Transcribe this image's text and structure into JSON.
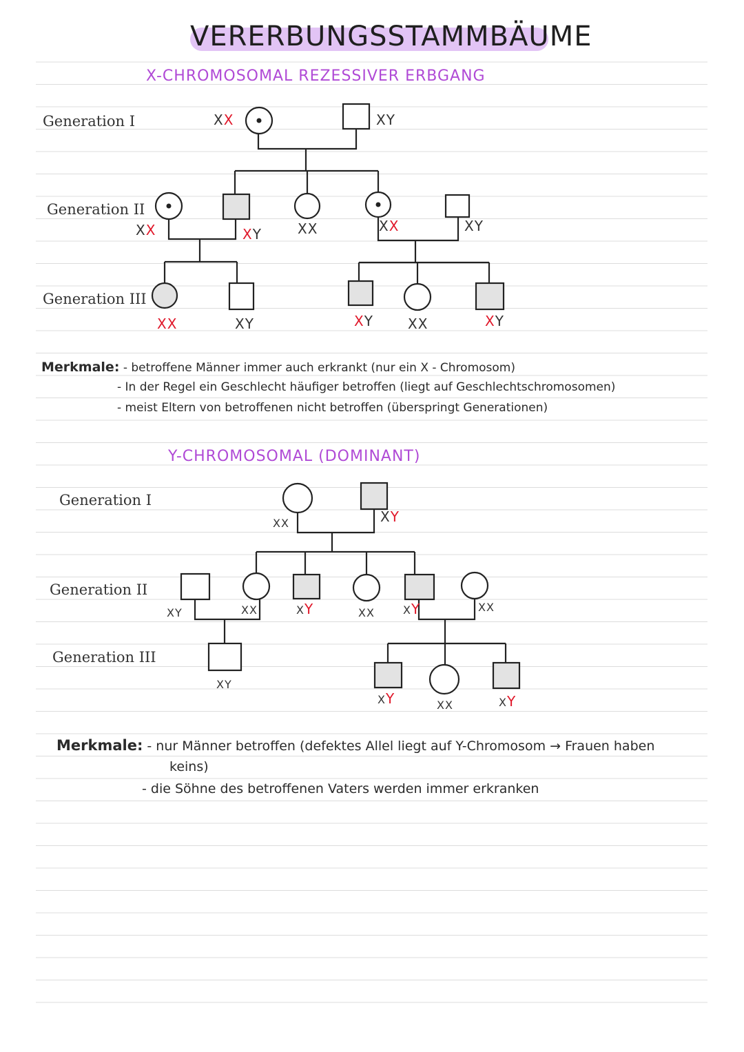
{
  "title": "VERERBUNGSSTAMMBÄUME",
  "colors": {
    "accent": "#b04ad6",
    "pill": "#e2c4f5",
    "red": "#e0182a",
    "affected": "#e3e3e3",
    "ruled_line": "#dcdcdc"
  },
  "section_x": {
    "heading": "X-CHROMOSOMAL REZESSIVER ERBGANG",
    "generations": [
      "Generation I",
      "Generation II",
      "Generation III"
    ],
    "genotypes": {
      "g1_mother": [
        "X",
        "X"
      ],
      "g1_father": [
        "XY",
        ""
      ],
      "g2_wife": [
        "X",
        "X"
      ],
      "g2_son": [
        "X",
        "Y"
      ],
      "g2_daughter": [
        "XX",
        ""
      ],
      "g2_carrier": [
        "X",
        "X"
      ],
      "g2_husband": [
        "XY",
        ""
      ],
      "g3_daughter": [
        "",
        "XX"
      ],
      "g3_son": [
        "XY",
        ""
      ],
      "g3_son1": [
        "X",
        "Y"
      ],
      "g3_daughter2": [
        "XX",
        ""
      ],
      "g3_son2": [
        "X",
        "Y"
      ]
    },
    "features_label": "Merkmale:",
    "features": [
      "- betroffene Männer immer auch erkrankt (nur ein X - Chromosom)",
      "- In der Regel ein Geschlecht häufiger betroffen (liegt auf Geschlechtschromosomen)",
      "- meist Eltern von betroffenen nicht betroffen (überspringt Generationen)"
    ]
  },
  "section_y": {
    "heading": "Y-CHROMOSOMAL (DOMINANT)",
    "generations": [
      "Generation I",
      "Generation II",
      "Generation III"
    ],
    "genotypes": {
      "g1_mother": [
        "XX",
        ""
      ],
      "g1_father": [
        "X",
        "Y"
      ],
      "g2_husband": [
        "XY",
        ""
      ],
      "g2_wife": [
        "XX",
        ""
      ],
      "g2_son1": [
        "X",
        "Y"
      ],
      "g2_daughter": [
        "XX",
        ""
      ],
      "g2_son2": [
        "X",
        "Y"
      ],
      "g2_wife2": [
        "XX",
        ""
      ],
      "g3_son": [
        "XY",
        ""
      ],
      "g3_son1": [
        "X",
        "Y"
      ],
      "g3_daughter": [
        "XX",
        ""
      ],
      "g3_son2": [
        "X",
        "Y"
      ]
    },
    "features_label": "Merkmale:",
    "features": [
      "- nur Männer betroffen (defektes Allel liegt auf Y-Chromosom → Frauen haben",
      "keins)",
      "- die Söhne des betroffenen Vaters werden immer erkranken"
    ]
  }
}
